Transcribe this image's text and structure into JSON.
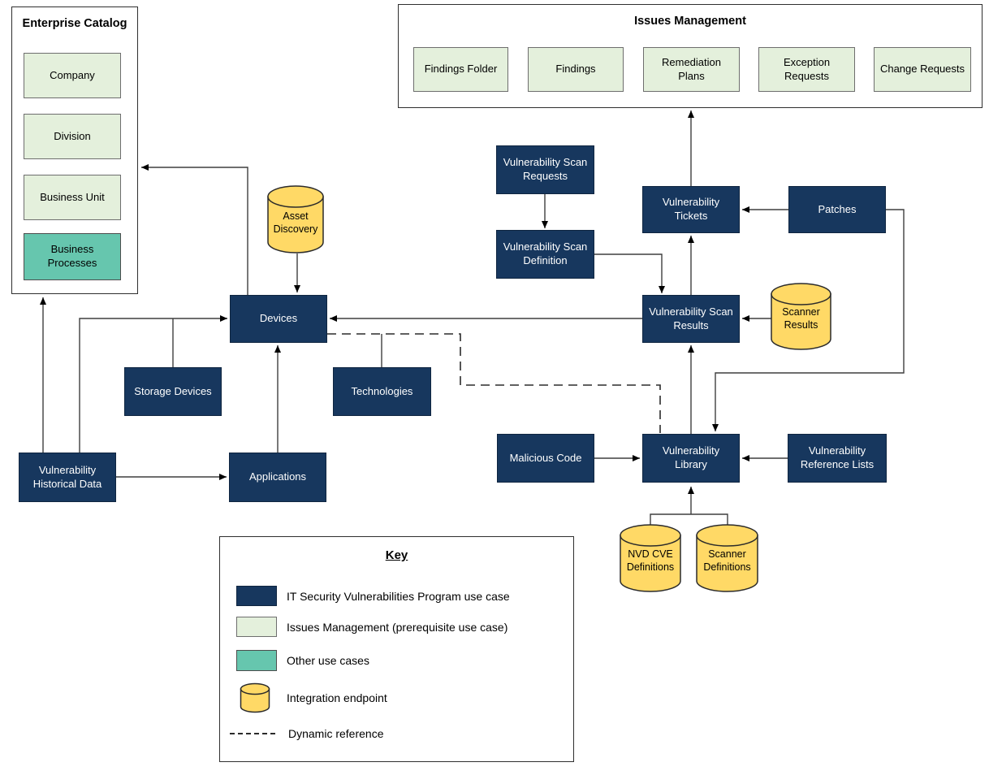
{
  "colors": {
    "program_use_case": "#17375E",
    "issues_management_use_case": "#E4F0DC",
    "other_use_cases": "#66C6AE",
    "integration_endpoint": "#FFD966",
    "connector": "#3F3F3F"
  },
  "enterprise_catalog": {
    "title": "Enterprise Catalog",
    "items": [
      "Company",
      "Division",
      "Business Unit",
      "Business Processes"
    ]
  },
  "issues_management": {
    "title": "Issues Management",
    "items": [
      "Findings Folder",
      "Findings",
      "Remediation Plans",
      "Exception Requests",
      "Change Requests"
    ]
  },
  "nodes": {
    "vulnerability_scan_requests": {
      "label": "Vulnerability Scan Requests"
    },
    "vulnerability_scan_definition": {
      "label": "Vulnerability Scan Definition"
    },
    "vulnerability_tickets": {
      "label": "Vulnerability Tickets"
    },
    "patches": {
      "label": "Patches"
    },
    "vulnerability_scan_results": {
      "label": "Vulnerability Scan Results"
    },
    "devices": {
      "label": "Devices"
    },
    "storage_devices": {
      "label": "Storage Devices"
    },
    "technologies": {
      "label": "Technologies"
    },
    "applications": {
      "label": "Applications"
    },
    "vulnerability_historical_data": {
      "label": "Vulnerability Historical Data"
    },
    "malicious_code": {
      "label": "Malicious Code"
    },
    "vulnerability_library": {
      "label": "Vulnerability Library"
    },
    "vulnerability_reference_lists": {
      "label": "Vulnerability Reference Lists"
    }
  },
  "endpoints": {
    "asset_discovery": {
      "label": "Asset Discovery"
    },
    "scanner_results": {
      "label": "Scanner Results"
    },
    "nvd_cve_definitions": {
      "label": "NVD CVE Definitions"
    },
    "scanner_definitions": {
      "label": "Scanner Definitions"
    }
  },
  "key": {
    "title": "Key",
    "entries": [
      {
        "symbol": "program-use-case-swatch",
        "label": "IT Security Vulnerabilities Program use case"
      },
      {
        "symbol": "issues-management-swatch",
        "label": "Issues Management (prerequisite use case)"
      },
      {
        "symbol": "other-use-cases-swatch",
        "label": "Other use cases"
      },
      {
        "symbol": "integration-endpoint-cylinder",
        "label": "Integration endpoint"
      },
      {
        "symbol": "dynamic-reference-dashed-line",
        "label": "Dynamic reference"
      }
    ]
  },
  "edges": [
    {
      "from": "devices",
      "to": "enterprise_catalog",
      "style": "solid-arrow"
    },
    {
      "from": "vulnerability_historical_data",
      "to": "enterprise_catalog",
      "style": "solid-arrow"
    },
    {
      "from": "asset_discovery",
      "to": "devices",
      "style": "solid-arrow"
    },
    {
      "from": "vulnerability_historical_data",
      "to": "devices",
      "style": "solid-arrow"
    },
    {
      "from": "storage_devices",
      "to": "devices",
      "style": "solid-join"
    },
    {
      "from": "applications",
      "to": "devices",
      "style": "solid-arrow"
    },
    {
      "from": "vulnerability_historical_data",
      "to": "applications",
      "style": "solid-arrow"
    },
    {
      "from": "vulnerability_scan_requests",
      "to": "vulnerability_scan_definition",
      "style": "solid-arrow"
    },
    {
      "from": "vulnerability_scan_definition",
      "to": "vulnerability_scan_results",
      "style": "solid-arrow"
    },
    {
      "from": "vulnerability_scan_results",
      "to": "vulnerability_tickets",
      "style": "solid-arrow"
    },
    {
      "from": "vulnerability_tickets",
      "to": "issues_management",
      "style": "solid-arrow"
    },
    {
      "from": "patches",
      "to": "vulnerability_tickets",
      "style": "solid-arrow"
    },
    {
      "from": "patches",
      "to": "vulnerability_library",
      "style": "solid-arrow"
    },
    {
      "from": "scanner_results",
      "to": "vulnerability_scan_results",
      "style": "solid-arrow"
    },
    {
      "from": "vulnerability_scan_results",
      "to": "devices",
      "style": "solid-arrow"
    },
    {
      "from": "vulnerability_library",
      "to": "vulnerability_scan_results",
      "style": "solid-arrow"
    },
    {
      "from": "malicious_code",
      "to": "vulnerability_library",
      "style": "solid-arrow"
    },
    {
      "from": "vulnerability_reference_lists",
      "to": "vulnerability_library",
      "style": "solid-arrow"
    },
    {
      "from": "nvd_cve_definitions",
      "to": "vulnerability_library",
      "style": "solid-arrow"
    },
    {
      "from": "scanner_definitions",
      "to": "vulnerability_library",
      "style": "solid-arrow"
    },
    {
      "from": "technologies",
      "to": "devices",
      "style": "solid-join"
    },
    {
      "from": "devices",
      "to": "vulnerability_library",
      "style": "dashed-dynamic-reference"
    }
  ]
}
